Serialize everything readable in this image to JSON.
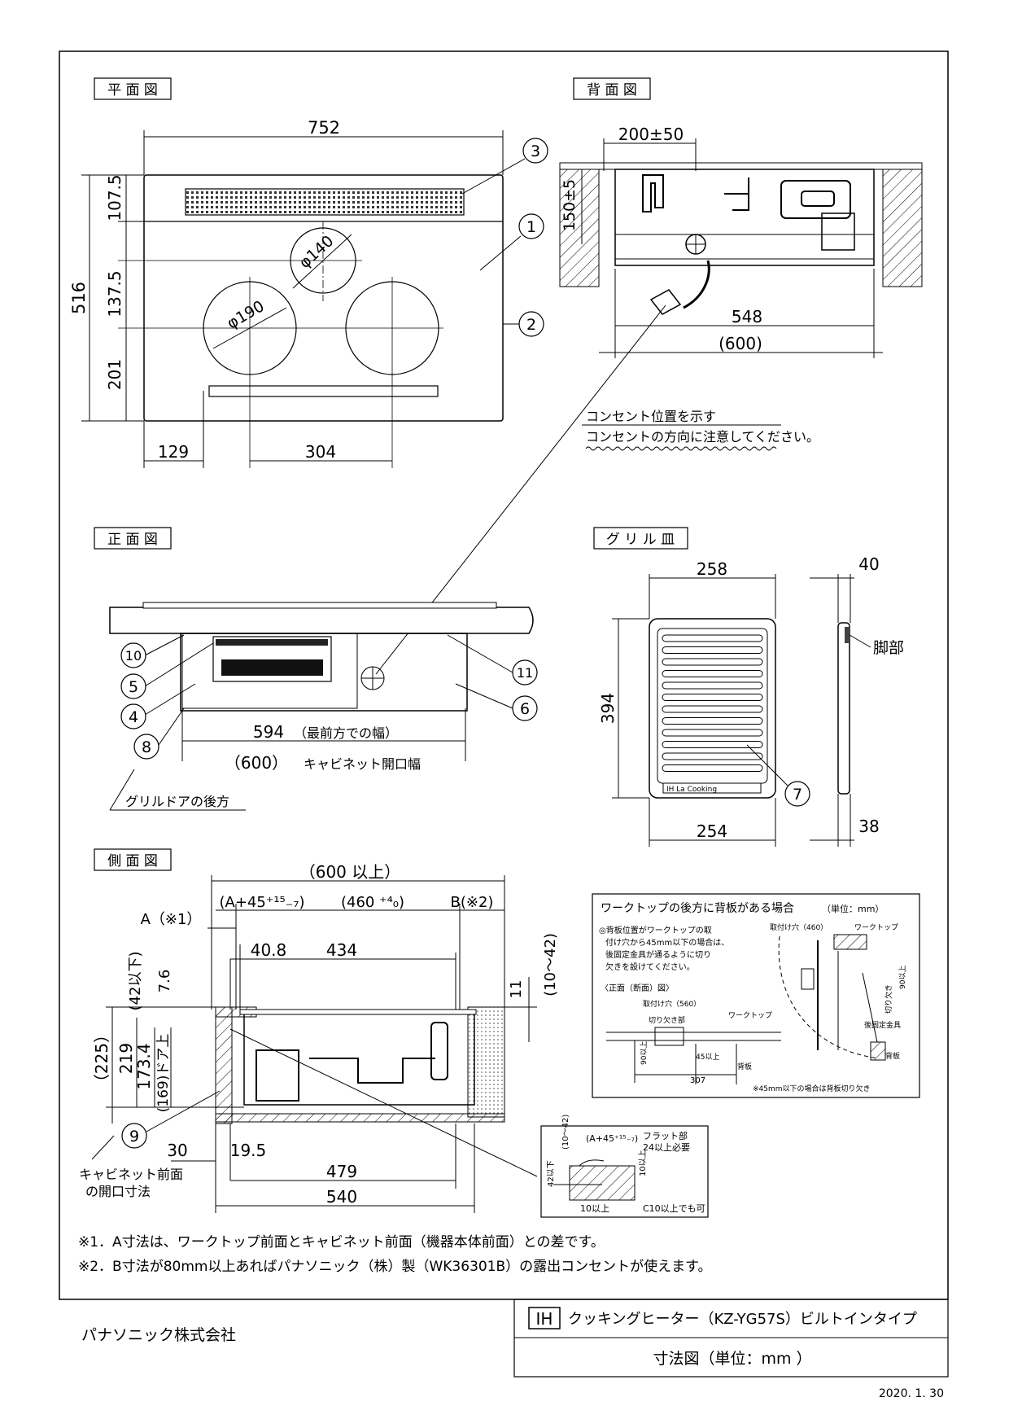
{
  "views": {
    "plan": "平 面 図",
    "back": "背 面 図",
    "front": "正 面 図",
    "grill": "グ リ ル 皿",
    "side": "側 面 図"
  },
  "plan_dims": {
    "overall_width": "752",
    "top_depth": "107.5",
    "overall_depth": "516",
    "rear_burner_offset": "137.5",
    "front_depth": "201",
    "rear_burner_dia": "φ140",
    "front_burner_dia": "φ190",
    "left_offset": "129",
    "burner_pitch": "304"
  },
  "back_dims": {
    "outlet_pos": "200±50",
    "outlet_height": "150±5",
    "body_width": "548",
    "opening_width": "(600)",
    "outlet_note_1": "コンセント位置を示す",
    "outlet_note_2": "コンセントの方向に注意してください。"
  },
  "front_dims": {
    "front_width": "594",
    "front_width_note": "（最前方での幅）",
    "cabinet_width": "（600）",
    "cabinet_width_note": "キャビネット開口幅",
    "grill_door_note": "グリルドアの後方"
  },
  "grill_dims": {
    "width_top": "258",
    "depth": "394",
    "width_bottom": "254",
    "thickness_top": "40",
    "thickness_bottom": "38",
    "foot_label": "脚部",
    "brand": "IH La Cooking"
  },
  "side_dims": {
    "overall": "（600 以上）",
    "a_range": "(A+45⁺¹⁵₋₇)",
    "mid_range": "(460 ⁺⁴₀)",
    "b_label": "B(※2)",
    "a_label": "A（※1）",
    "offset_40_8": "40.8",
    "depth_434": "434",
    "max_42": "(42以下)",
    "dim_7_6": "7.6",
    "dim_11": "11",
    "range_10_42": "(10～42)",
    "h_225": "（225）",
    "h_219": "219",
    "h_173_4": "173.4",
    "door_169": "(169)ドア上",
    "dim_30": "30",
    "dim_19_5": "19.5",
    "dim_479": "479",
    "dim_540": "540",
    "cabinet_note_1": "キャビネット前面",
    "cabinet_note_2": "の開口寸法"
  },
  "inset": {
    "title": "ワークトップの後方に背板がある場合",
    "unit": "（単位：mm）",
    "note_1": "◎背板位置がワークトップの取",
    "note_2": "付け穴から45mm以下の場合は、",
    "note_3": "後固定金具が通るように切り",
    "note_4": "欠きを設けてください。",
    "section_title": "〈正面（断面）図〉",
    "hole_460": "取付け穴（460）",
    "worktop_1": "ワークトップ",
    "hole_560": "取付け穴（560）",
    "worktop_2": "ワークトップ",
    "notch": "切り欠き部",
    "dim_45": "45以上",
    "dim_90": "90以上",
    "dim_307": "307",
    "back_board_1": "背板",
    "back_board_2": "背板",
    "rear_fixture": "後固定金具",
    "dim_90_side": "90以上",
    "notch_side": "切り欠き",
    "footnote": "※45mm以下の場合は背板切り欠き"
  },
  "detail": {
    "a_tol": "(A+45⁺¹⁵₋₇)",
    "flat_1": "フラット部",
    "flat_2": "24以上必要",
    "range": "(10～42)",
    "max_42": "42以下",
    "min_10": "10以上",
    "min_10_b": "10以上",
    "c10": "C10以上でも可"
  },
  "callouts": [
    "1",
    "2",
    "3",
    "4",
    "5",
    "6",
    "7",
    "8",
    "9",
    "10",
    "11"
  ],
  "notes": {
    "note1": "※1．A寸法は、ワークトップ前面とキャビネット前面（機器本体前面）との差です。",
    "note2": "※2．B寸法が80mm以上あればパナソニック（株）製（WK36301B）の露出コンセントが使えます。"
  },
  "title_block": {
    "ih_badge": "IH",
    "product": "クッキングヒーター（KZ-YG57S）ビルトインタイプ",
    "drawing": "寸法図（単位：mm ）",
    "date": "2020. 1. 30",
    "company": "パナソニック株式会社"
  }
}
